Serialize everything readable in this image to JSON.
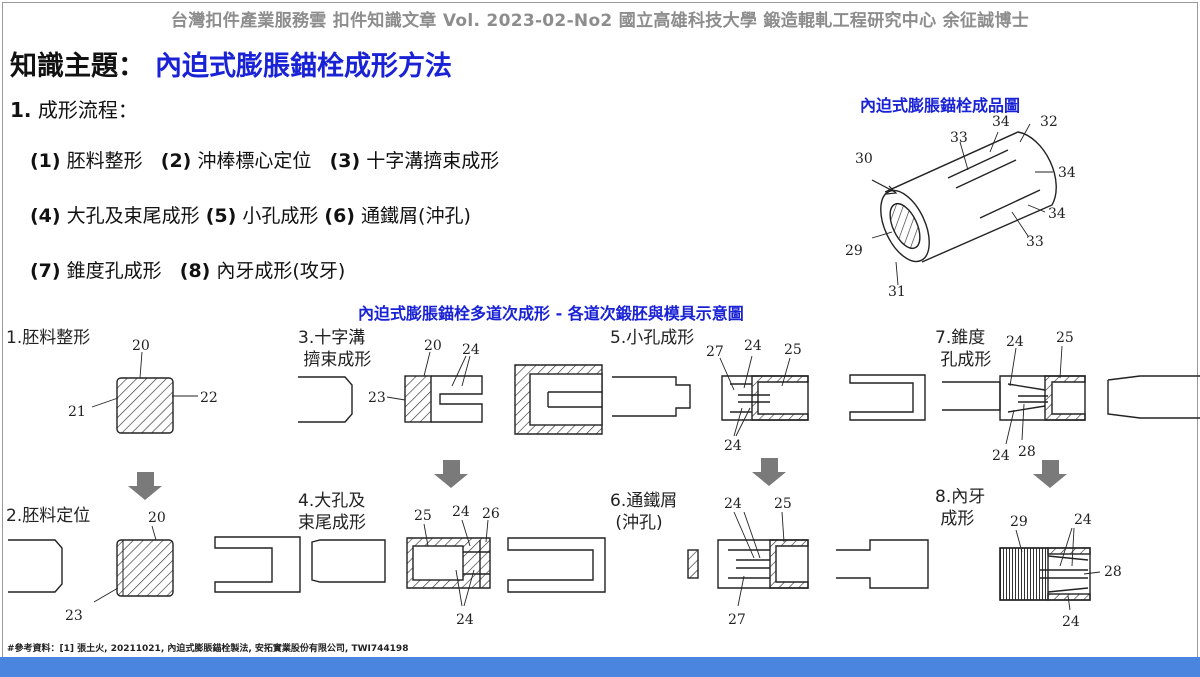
{
  "header": {
    "text": "台灣扣件產業服務雲  扣件知識文章  Vol. 2023-02-No2  國立高雄科技大學  鍛造輥軋工程研究中心  余征誠博士"
  },
  "title": {
    "label": "知識主題：",
    "topic": "內迫式膨脹錨栓成形方法"
  },
  "section": {
    "number": "1.",
    "heading": "成形流程："
  },
  "steps": [
    {
      "no": "(1)",
      "name": "胚料整形"
    },
    {
      "no": "(2)",
      "name": "沖棒標心定位"
    },
    {
      "no": "(3)",
      "name": "十字溝擠束成形"
    },
    {
      "no": "(4)",
      "name": "大孔及束尾成形"
    },
    {
      "no": "(5)",
      "name": "小孔成形"
    },
    {
      "no": "(6)",
      "name": "通鐵屑(沖孔)"
    },
    {
      "no": "(7)",
      "name": "錐度孔成形"
    },
    {
      "no": "(8)",
      "name": "內牙成形(攻牙)"
    }
  ],
  "product_figure": {
    "caption": "內迫式膨脹錨栓成品圖",
    "labels": [
      "30",
      "33",
      "34",
      "32",
      "34",
      "34",
      "33",
      "29",
      "31"
    ]
  },
  "process_figure": {
    "caption": "內迫式膨脹錨栓多道次成形 - 各道次鍛胚與模具示意圖",
    "stages": [
      {
        "title": "1.胚料整形",
        "labels": [
          "20",
          "21",
          "22"
        ]
      },
      {
        "title": "2.胚料定位",
        "labels": [
          "20",
          "23"
        ]
      },
      {
        "title": "3.十字溝\n 擠束成形",
        "labels": [
          "20",
          "24",
          "23"
        ]
      },
      {
        "title": "4.大孔及\n束尾成形",
        "labels": [
          "25",
          "24",
          "26",
          "24"
        ]
      },
      {
        "title": "5.小孔成形",
        "labels": [
          "27",
          "24",
          "25",
          "24"
        ]
      },
      {
        "title": "6.通鐵屑\n (沖孔)",
        "labels": [
          "24",
          "25",
          "27"
        ]
      },
      {
        "title": "7.錐度\n 孔成形",
        "labels": [
          "24",
          "25",
          "24",
          "28"
        ]
      },
      {
        "title": "8.內牙\n 成形",
        "labels": [
          "29",
          "24",
          "28",
          "24"
        ]
      }
    ]
  },
  "reference": {
    "text": "#參考資料：[1] 張土火, 20211021, 內迫式膨脹錨栓製法, 安拓實業股份有限公司, TWI744198"
  },
  "colors": {
    "accent": "#1a22d6",
    "header_gray": "#8d8d8d",
    "bar": "#4a86e0",
    "arrow": "#7a7a7a"
  }
}
